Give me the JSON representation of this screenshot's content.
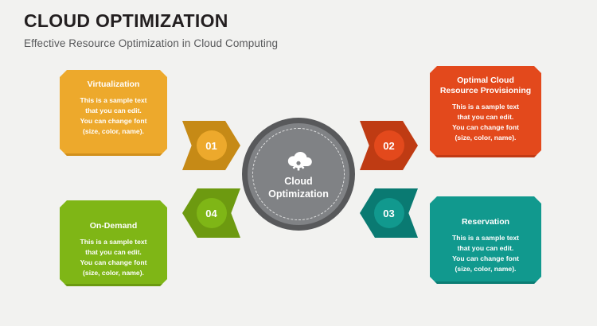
{
  "header": {
    "title": "CLOUD OPTIMIZATION",
    "subtitle": "Effective Resource Optimization in Cloud Computing"
  },
  "center": {
    "label": "Cloud Optimization",
    "icon": "cloud-gear-icon",
    "fill_color": "#808285",
    "ring_color": "#58595b"
  },
  "sample_text": {
    "line1": "This is a sample text",
    "line2": "that you can edit.",
    "line3": "You can change font",
    "line4": "(size, color, name)."
  },
  "steps": [
    {
      "number": "01",
      "title": "Virtualization",
      "color": "#eda92c",
      "dark_color": "#c68a16"
    },
    {
      "number": "02",
      "title_line1": "Optimal Cloud",
      "title_line2": "Resource Provisioning",
      "color": "#e3491c",
      "dark_color": "#bf3b13"
    },
    {
      "number": "03",
      "title": "Reservation",
      "color": "#11998e",
      "dark_color": "#0a7a72"
    },
    {
      "number": "04",
      "title": "On-Demand",
      "color": "#7fb616",
      "dark_color": "#6d9a10"
    }
  ],
  "background_color": "#f2f2f0"
}
